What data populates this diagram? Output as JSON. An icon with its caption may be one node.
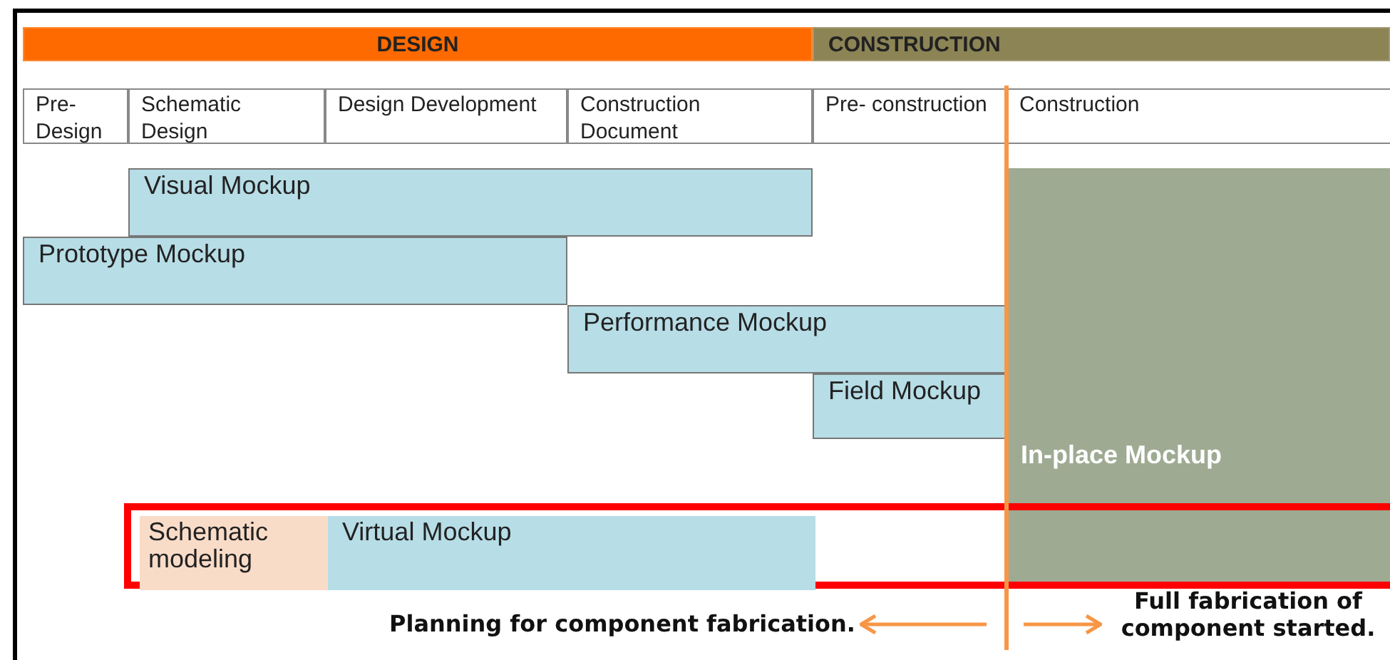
{
  "diagram": {
    "nodes": [
      {
        "text": [
          "DESIGN"
        ]
      },
      {
        "text": [
          "CONSTRUCTION"
        ]
      },
      {
        "text": [
          "Pre- Design"
        ]
      },
      {
        "text": [
          "Schematic Design"
        ]
      },
      {
        "text": [
          "Design Development"
        ]
      },
      {
        "text": [
          "Construction Document"
        ]
      },
      {
        "text": [
          "Pre- construction"
        ]
      },
      {
        "text": [
          "Construction"
        ]
      },
      {
        "text": [
          "Visual Mockup"
        ]
      },
      {
        "text": [
          "Prototype Mockup"
        ]
      },
      {
        "text": [
          "Performance Mockup"
        ]
      },
      {
        "text": [
          "Field Mockup"
        ]
      },
      {
        "text": [
          "In-place Mockup"
        ]
      },
      {
        "text": [],
        "shape": "box"
      },
      {
        "text": [
          "Schematic modeling"
        ],
        "in": 13
      },
      {
        "text": [
          "Virtual Mockup"
        ],
        "in": 13
      },
      {
        "text": [
          "Planning for component fabrication."
        ]
      },
      {
        "text": [
          "Full fabrication of component started."
        ]
      }
    ],
    "edges": [
      {
        "from": null,
        "to": 16,
        "arrow": "to"
      },
      {
        "from": null,
        "to": 17,
        "arrow": "to"
      }
    ]
  }
}
